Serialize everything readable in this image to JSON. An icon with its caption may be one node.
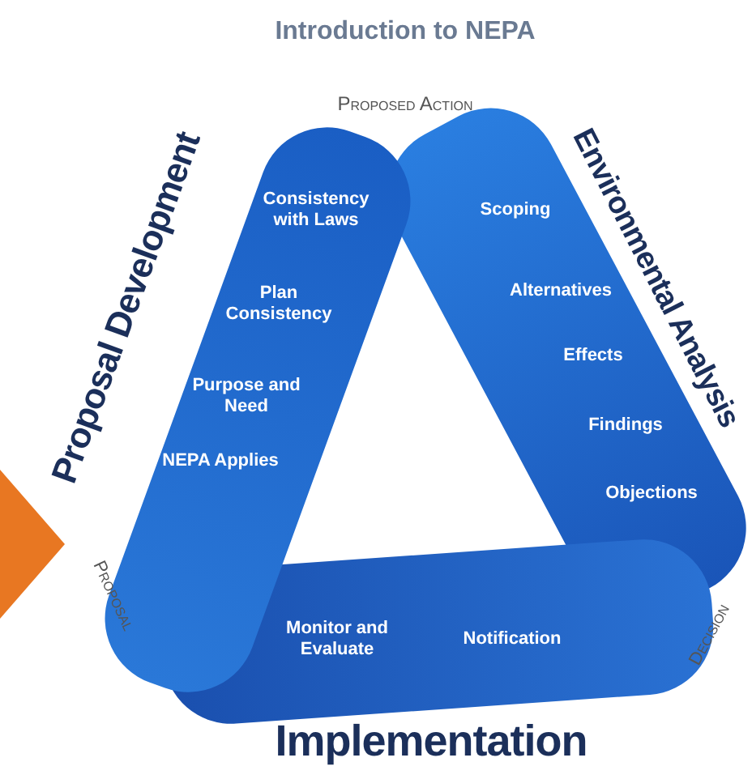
{
  "diagram": {
    "title": "Introduction to NEPA",
    "nodes": [
      {
        "text": [
          "Proposal Development",
          "Consistency with Laws",
          "Plan Consistency",
          "Purpose and Need",
          "NEPA Applies"
        ]
      },
      {
        "text": [
          "Environmental Analysis",
          "Scoping",
          "Alternatives",
          "Effects",
          "Findings",
          "Objections"
        ]
      },
      {
        "text": [
          "Monitor and Evaluate",
          "Notification",
          "Implementation"
        ]
      }
    ],
    "labels": [
      "Proposed Action",
      "Proposal",
      "Decision"
    ]
  }
}
